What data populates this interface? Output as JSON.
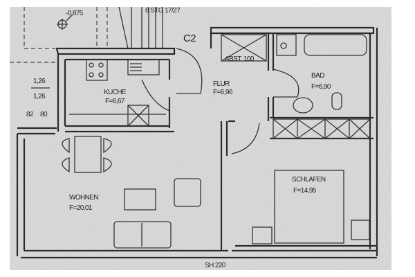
{
  "plan": {
    "background_color": "#d6d6d6",
    "line_color": "#2a2a2a",
    "annotations": {
      "level": "-0,875",
      "stairs": "8 STG 17/27",
      "unit": "C2",
      "storage": "ABST. 100",
      "dim_top": "1,26",
      "dim_bottom": "1,26",
      "dim_small_a": "82",
      "dim_small_b": "80",
      "window_bottom": "SH 220"
    },
    "rooms": [
      {
        "name": "KUCHE",
        "area": "F=6,67"
      },
      {
        "name": "FLUR",
        "area": "F=6,96"
      },
      {
        "name": "BAD",
        "area": "F=6,90"
      },
      {
        "name": "WOHNEN",
        "area": "F=20,01"
      },
      {
        "name": "SCHLAFEN",
        "area": "F=14,95"
      }
    ]
  }
}
